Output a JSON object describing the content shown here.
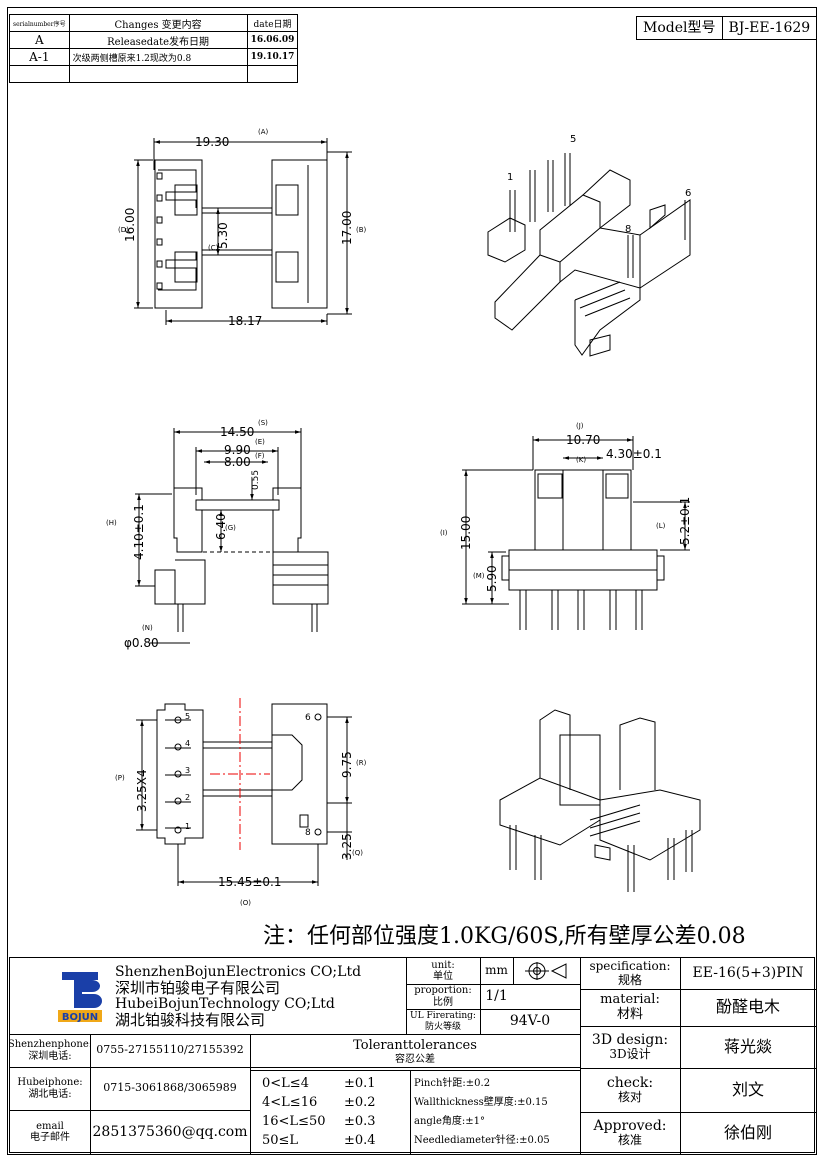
{
  "revision_table": {
    "headers": [
      "serialnumber序号",
      "Changes 变更内容",
      "date日期"
    ],
    "rows": [
      [
        "A",
        "Releasedate发布日期",
        "16.06.09"
      ],
      [
        "A-1",
        "次级两侧槽原来1.2现改为0.8",
        "19.10.17"
      ]
    ]
  },
  "model": {
    "label": "Model型号",
    "value": "BJ-EE-1629"
  },
  "drawing": {
    "top_view": {
      "dim_a": "19.30",
      "tag_a": "(A)",
      "dim_b": "17.00",
      "tag_b": "(B)",
      "dim_c": "5.30",
      "tag_c": "(C)",
      "dim_d": "16.00",
      "tag_d": "(D)",
      "dim_bottom": "18.17"
    },
    "iso_top": {
      "pins": [
        "1",
        "5",
        "6",
        "8"
      ]
    },
    "front_view": {
      "dim_s": "14.50",
      "tag_s": "(S)",
      "dim_e": "9.90",
      "tag_e": "(E)",
      "dim_f": "8.00",
      "tag_f": "(F)",
      "dim_055": "0.55",
      "dim_g": "6.40",
      "tag_g": "(G)",
      "dim_h": "4.10±0.1",
      "tag_h": "(H)",
      "tag_n": "(N)",
      "dim_n": "φ0.80"
    },
    "side_view": {
      "tag_j": "(J)",
      "dim_j": "10.70",
      "tag_k": "(K)",
      "dim_k": "4.30±0.1",
      "dim_i": "15.00",
      "tag_i": "(I)",
      "dim_m": "5.90",
      "tag_m": "(M)",
      "tag_l": "(L)",
      "dim_l": "5.2±0.1"
    },
    "bottom_view": {
      "dim_p": "3.25X4",
      "tag_p": "(P)",
      "dim_r": "9.75",
      "tag_r": "(R)",
      "dim_q": "3.25",
      "tag_q": "(Q)",
      "dim_o": "15.45±0.1",
      "tag_o": "(O)",
      "pins_left": [
        "5",
        "4",
        "3",
        "2",
        "1"
      ],
      "pins_right": [
        "6",
        "8"
      ]
    }
  },
  "note": "注：任何部位强度1.0KG/60S,所有壁厚公差0.08",
  "title_block": {
    "logo_text": "BOJUN",
    "company": [
      "ShenzhenBojunElectronics CO;Ltd",
      "深圳市铂骏电子有限公司",
      "HubeiBojunTechnology CO;Ltd",
      "湖北铂骏科技有限公司"
    ],
    "unit_label": [
      "unit:",
      "单位"
    ],
    "unit_value": "mm",
    "proportion_label": [
      "proportion:",
      "比例"
    ],
    "proportion_value": "1/1",
    "ul_label": [
      "UL Firerating:",
      "防火等级"
    ],
    "ul_value": "94V-0",
    "spec_label": [
      "specification:",
      "规格"
    ],
    "spec_value": "EE-16(5+3)PIN",
    "material_label": [
      "material:",
      "材料"
    ],
    "material_value": "酚醛电木",
    "design_label": [
      "3D design:",
      "3D设计"
    ],
    "design_value": "蒋光燚",
    "check_label": [
      "check:",
      "核对"
    ],
    "check_value": "刘文",
    "approved_label": [
      "Approved:",
      "核准"
    ],
    "approved_value": "徐伯刚",
    "contacts": [
      {
        "label": [
          "Shenzhenphone:",
          "深圳电话:"
        ],
        "value": "0755-27155110/27155392"
      },
      {
        "label": [
          "Hubeiphone:",
          "湖北电话:"
        ],
        "value": "0715-3061868/3065989"
      },
      {
        "label": [
          "email",
          "电子邮件"
        ],
        "value": "2851375360@qq.com"
      }
    ],
    "tolerance_title": [
      "Toleranttolerances",
      "容忍公差"
    ],
    "tolerances": [
      {
        "range": "0<L≤4",
        "value": "±0.1"
      },
      {
        "range": "4<L≤16",
        "value": "±0.2"
      },
      {
        "range": "16<L≤50",
        "value": "±0.3"
      },
      {
        "range": "50≤L",
        "value": "±0.4"
      }
    ],
    "tolerance_notes": [
      "Pinch针距:±0.2",
      "Wallthickness壁厚度:±0.15",
      "angle角度:±1°",
      "Needlediameter针径:±0.05"
    ]
  }
}
